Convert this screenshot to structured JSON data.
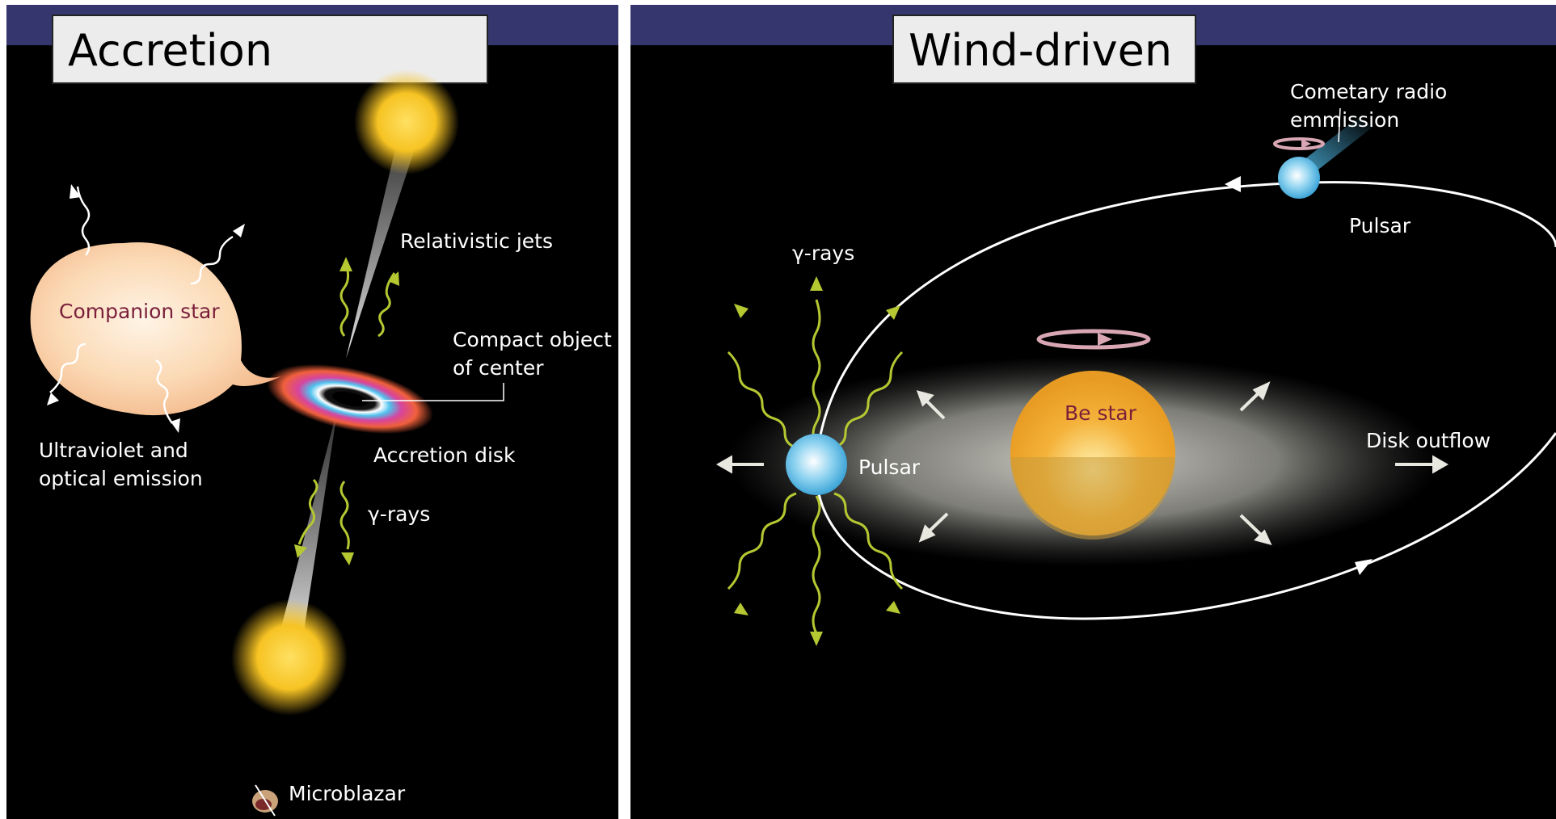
{
  "left": {
    "title": "Accretion powered",
    "labels": {
      "companion_star": "Companion star",
      "relativistic_jets": "Relativistic jets",
      "compact_object": "Compact object\nof center",
      "accretion_disk": "Accretion disk",
      "gamma_rays": "γ-rays",
      "uv_optical": "Ultraviolet and\noptical emission",
      "microblazar": "Microblazar"
    }
  },
  "right": {
    "title": "Wind-driven",
    "labels": {
      "cometary": "Cometary radio emmission",
      "pulsar_top": "Pulsar",
      "gamma_rays": "γ-rays",
      "be_star": "Be star",
      "disk_outflow": "Disk outflow",
      "pulsar_left": "Pulsar"
    }
  },
  "colors": {
    "header_bar": "#35366e",
    "background": "#000000",
    "gamma_arrow": "#b5c832",
    "companion_star": "#fbd9b4",
    "be_star": "#f4b23a",
    "pulsar": "#8fd3f0",
    "jet_lobe": "#f6c323"
  }
}
